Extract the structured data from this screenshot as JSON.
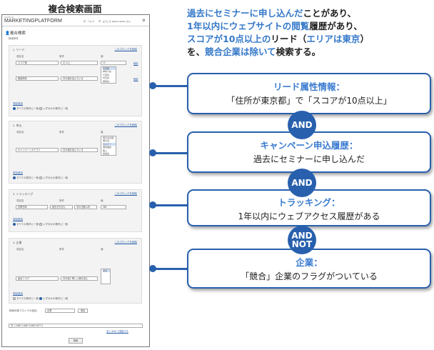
{
  "header_title": "複合検索画面",
  "app": {
    "brand_small": "SHANON",
    "brand": "MARKETINGPLATFORM",
    "help": "ヘルプ",
    "user": "ようこそ shanon admin さん",
    "settings_icon": "gear-icon",
    "help_icon": "clock-icon",
    "user_icon": "user-icon"
  },
  "page": {
    "title": "複合検索",
    "subtitle": "検索条件",
    "heading_icon": "person-icon"
  },
  "blocks": [
    {
      "title": "1. リード",
      "remove": "このブロックを削除",
      "cols": [
        "項目名",
        "条件",
        "値"
      ],
      "row1": {
        "field": "スコア値",
        "op": "≧ 以上",
        "value": "10",
        "remove": "削除"
      },
      "row2": {
        "field": "都道府県",
        "op": "次の値を含んでいる",
        "remove": "削除",
        "options": [
          "東京都",
          "神奈川県",
          "千葉県",
          "埼玉県",
          "群馬県"
        ]
      },
      "add": "項目追加",
      "radio_all": "すべての条件に一致",
      "radio_any": "いずれかの条件に一致"
    },
    {
      "title": "2. 申込",
      "remove": "このブロックを削除",
      "cols": [
        "項目名",
        "条件",
        "値"
      ],
      "row1": {
        "field": "キャンペーンカテゴリ",
        "op": "次の値を含んでいる",
        "options": [
          "展示会出展",
          "展示会",
          "セミナー",
          "個別面談",
          "購入",
          "勉強会"
        ]
      },
      "add": "項目追加",
      "radio_all": "すべての条件に一致",
      "radio_any": "いずれかの条件に一致"
    },
    {
      "title": "3. トラッキング",
      "remove": "このブロックを削除",
      "cols": [
        "項目名",
        "条件",
        "値"
      ],
      "row1": {
        "field": "訪問日時",
        "op": "過去日付(日)",
        "op2": "次の日数以内",
        "value": "365"
      },
      "add": "項目追加",
      "radio_all": "すべての条件に一致",
      "radio_any": "いずれかの条件に一致"
    },
    {
      "title": "4. 企業",
      "remove": "このブロックを削除",
      "cols": [
        "項目名",
        "条件",
        "値"
      ],
      "row1": {
        "field": "競合フラグ",
        "op": "次の値と等しい値を含む",
        "options": [
          "競合"
        ]
      },
      "add": "項目追加",
      "radio_all": "すべての条件に一致",
      "radio_any": "いずれかの条件に一致"
    }
  ],
  "bottom": {
    "target_label": "検索対象ブロックの追加",
    "target_value": "企業",
    "add_button": "追加",
    "expr": "式: 1 AND 2 AND 3 AND NOT 4",
    "expr_link": "全て AND で連結する",
    "search_button": "検索"
  },
  "intro": {
    "l1a": "過去にセミナーに申し込んだ",
    "l1b": "ことがあり、",
    "l2a": "1年以内にウェブサイトの閲覧",
    "l2b": "履歴があり、",
    "l3a": "スコアが10点以上の",
    "l3b": "リード（",
    "l3c": "エリアは東京",
    "l3d": "）",
    "l4a": "を、",
    "l4b": "競合企業は除いて",
    "l4c": "検索する。"
  },
  "cards": [
    {
      "heading": "リード属性情報：",
      "body": "「住所が東京都」で「スコアが10点以上」"
    },
    {
      "heading": "キャンペーン申込履歴：",
      "body": "過去にセミナーに申し込んだ"
    },
    {
      "heading": "トラッキング：",
      "body": "1年以内にウェブアクセス履歴がある"
    },
    {
      "heading": "企業：",
      "body": "「競合」企業のフラグがついている"
    }
  ],
  "ops": [
    "AND",
    "AND",
    "AND\nNOT"
  ],
  "colors": {
    "accent": "#2860ad",
    "highlight": "#3578c9"
  }
}
